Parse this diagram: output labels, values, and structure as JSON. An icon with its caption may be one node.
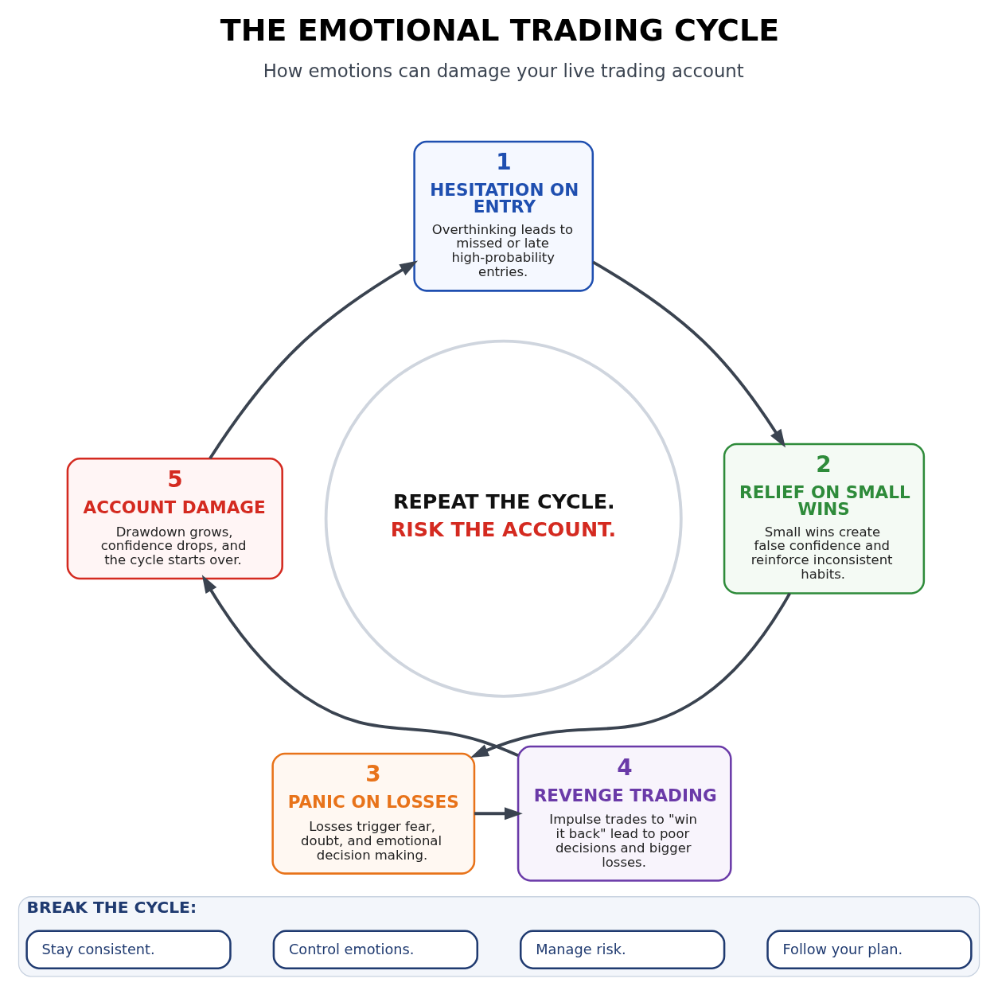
{
  "diagram": {
    "title": "THE EMOTIONAL TRADING CYCLE",
    "nodes": [
      {
        "text": [
          "1",
          "HESITATION ON ENTRY",
          "Overthinking leads to missed or late high-probability entries."
        ]
      },
      {
        "text": [
          "2",
          "RELIEF ON SMALL WINS",
          "Small wins create false confidence and reinforce inconsistent habits."
        ]
      },
      {
        "text": [
          "3",
          "PANIC ON LOSSES",
          "Losses trigger fear, doubt, and emotional decision making."
        ]
      },
      {
        "text": [
          "4",
          "REVENGE TRADING",
          "Impulse trades to \"win it back\" lead to poor decisions and bigger losses."
        ]
      },
      {
        "text": [
          "5",
          "ACCOUNT DAMAGE",
          "Drawdown grows, confidence drops, and the cycle starts over."
        ]
      },
      {
        "text": [
          "REPEAT THE CYCLE.",
          "RISK THE ACCOUNT."
        ]
      },
      {
        "text": [
          "BREAK THE CYCLE:"
        ]
      },
      {
        "text": [
          "Follow your plan."
        ],
        "in": 6
      },
      {
        "text": [
          "Manage risk."
        ],
        "in": 6
      },
      {
        "text": [
          "Control emotions."
        ],
        "in": 6
      },
      {
        "text": [
          "Stay consistent."
        ],
        "in": 6
      }
    ],
    "edges": [
      {
        "from": 0,
        "to": 1,
        "arrow": "to"
      },
      {
        "from": 1,
        "to": 2,
        "arrow": "to"
      },
      {
        "from": 2,
        "to": 3,
        "arrow": "to"
      },
      {
        "from": 3,
        "to": 4,
        "arrow": "to"
      },
      {
        "from": 4,
        "to": 0,
        "arrow": "to"
      }
    ],
    "labels": [
      "How emotions can damage your live trading account"
    ]
  }
}
